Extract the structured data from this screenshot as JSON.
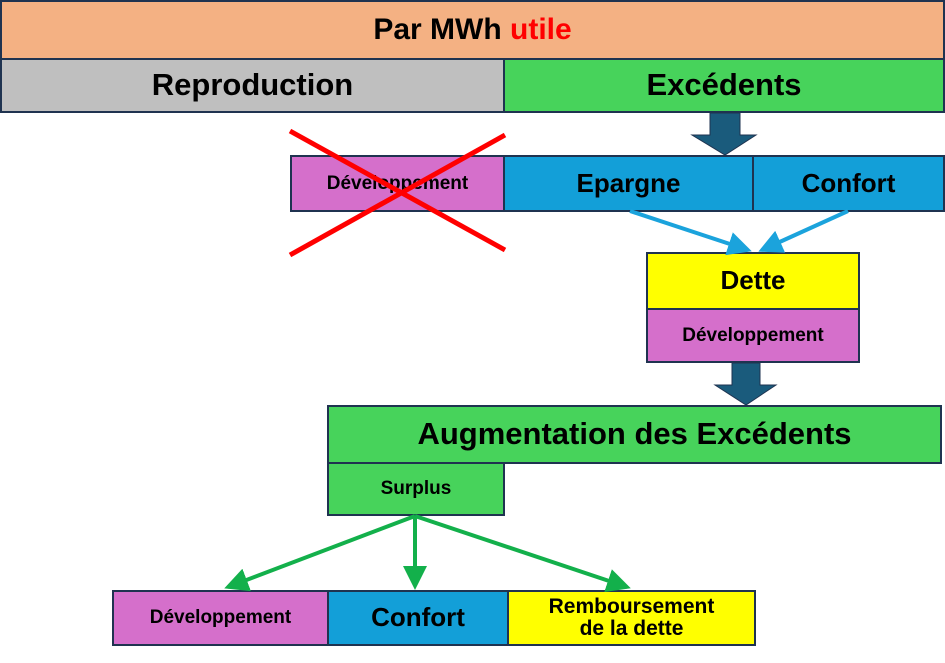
{
  "header": {
    "title_prefix": "Par MWh",
    "title_highlight": "utile"
  },
  "row1": {
    "left": "Reproduction",
    "right": "Excédents"
  },
  "row2": {
    "crossed": "Développement",
    "epargne": "Epargne",
    "confort": "Confort"
  },
  "middle": {
    "dette": "Dette",
    "developpement": "Développement"
  },
  "augmentation": {
    "title": "Augmentation des Excédents",
    "surplus": "Surplus"
  },
  "bottom": {
    "developpement": "Développement",
    "confort": "Confort",
    "remboursement_line1": "Remboursement",
    "remboursement_line2": "de la dette"
  },
  "colors": {
    "highlight": "#ff0000",
    "cross": "#ff0000",
    "blue_arrow": "#1ba3dc",
    "green_arrow": "#13b04b",
    "block_arrow": "#1a5b7c"
  }
}
